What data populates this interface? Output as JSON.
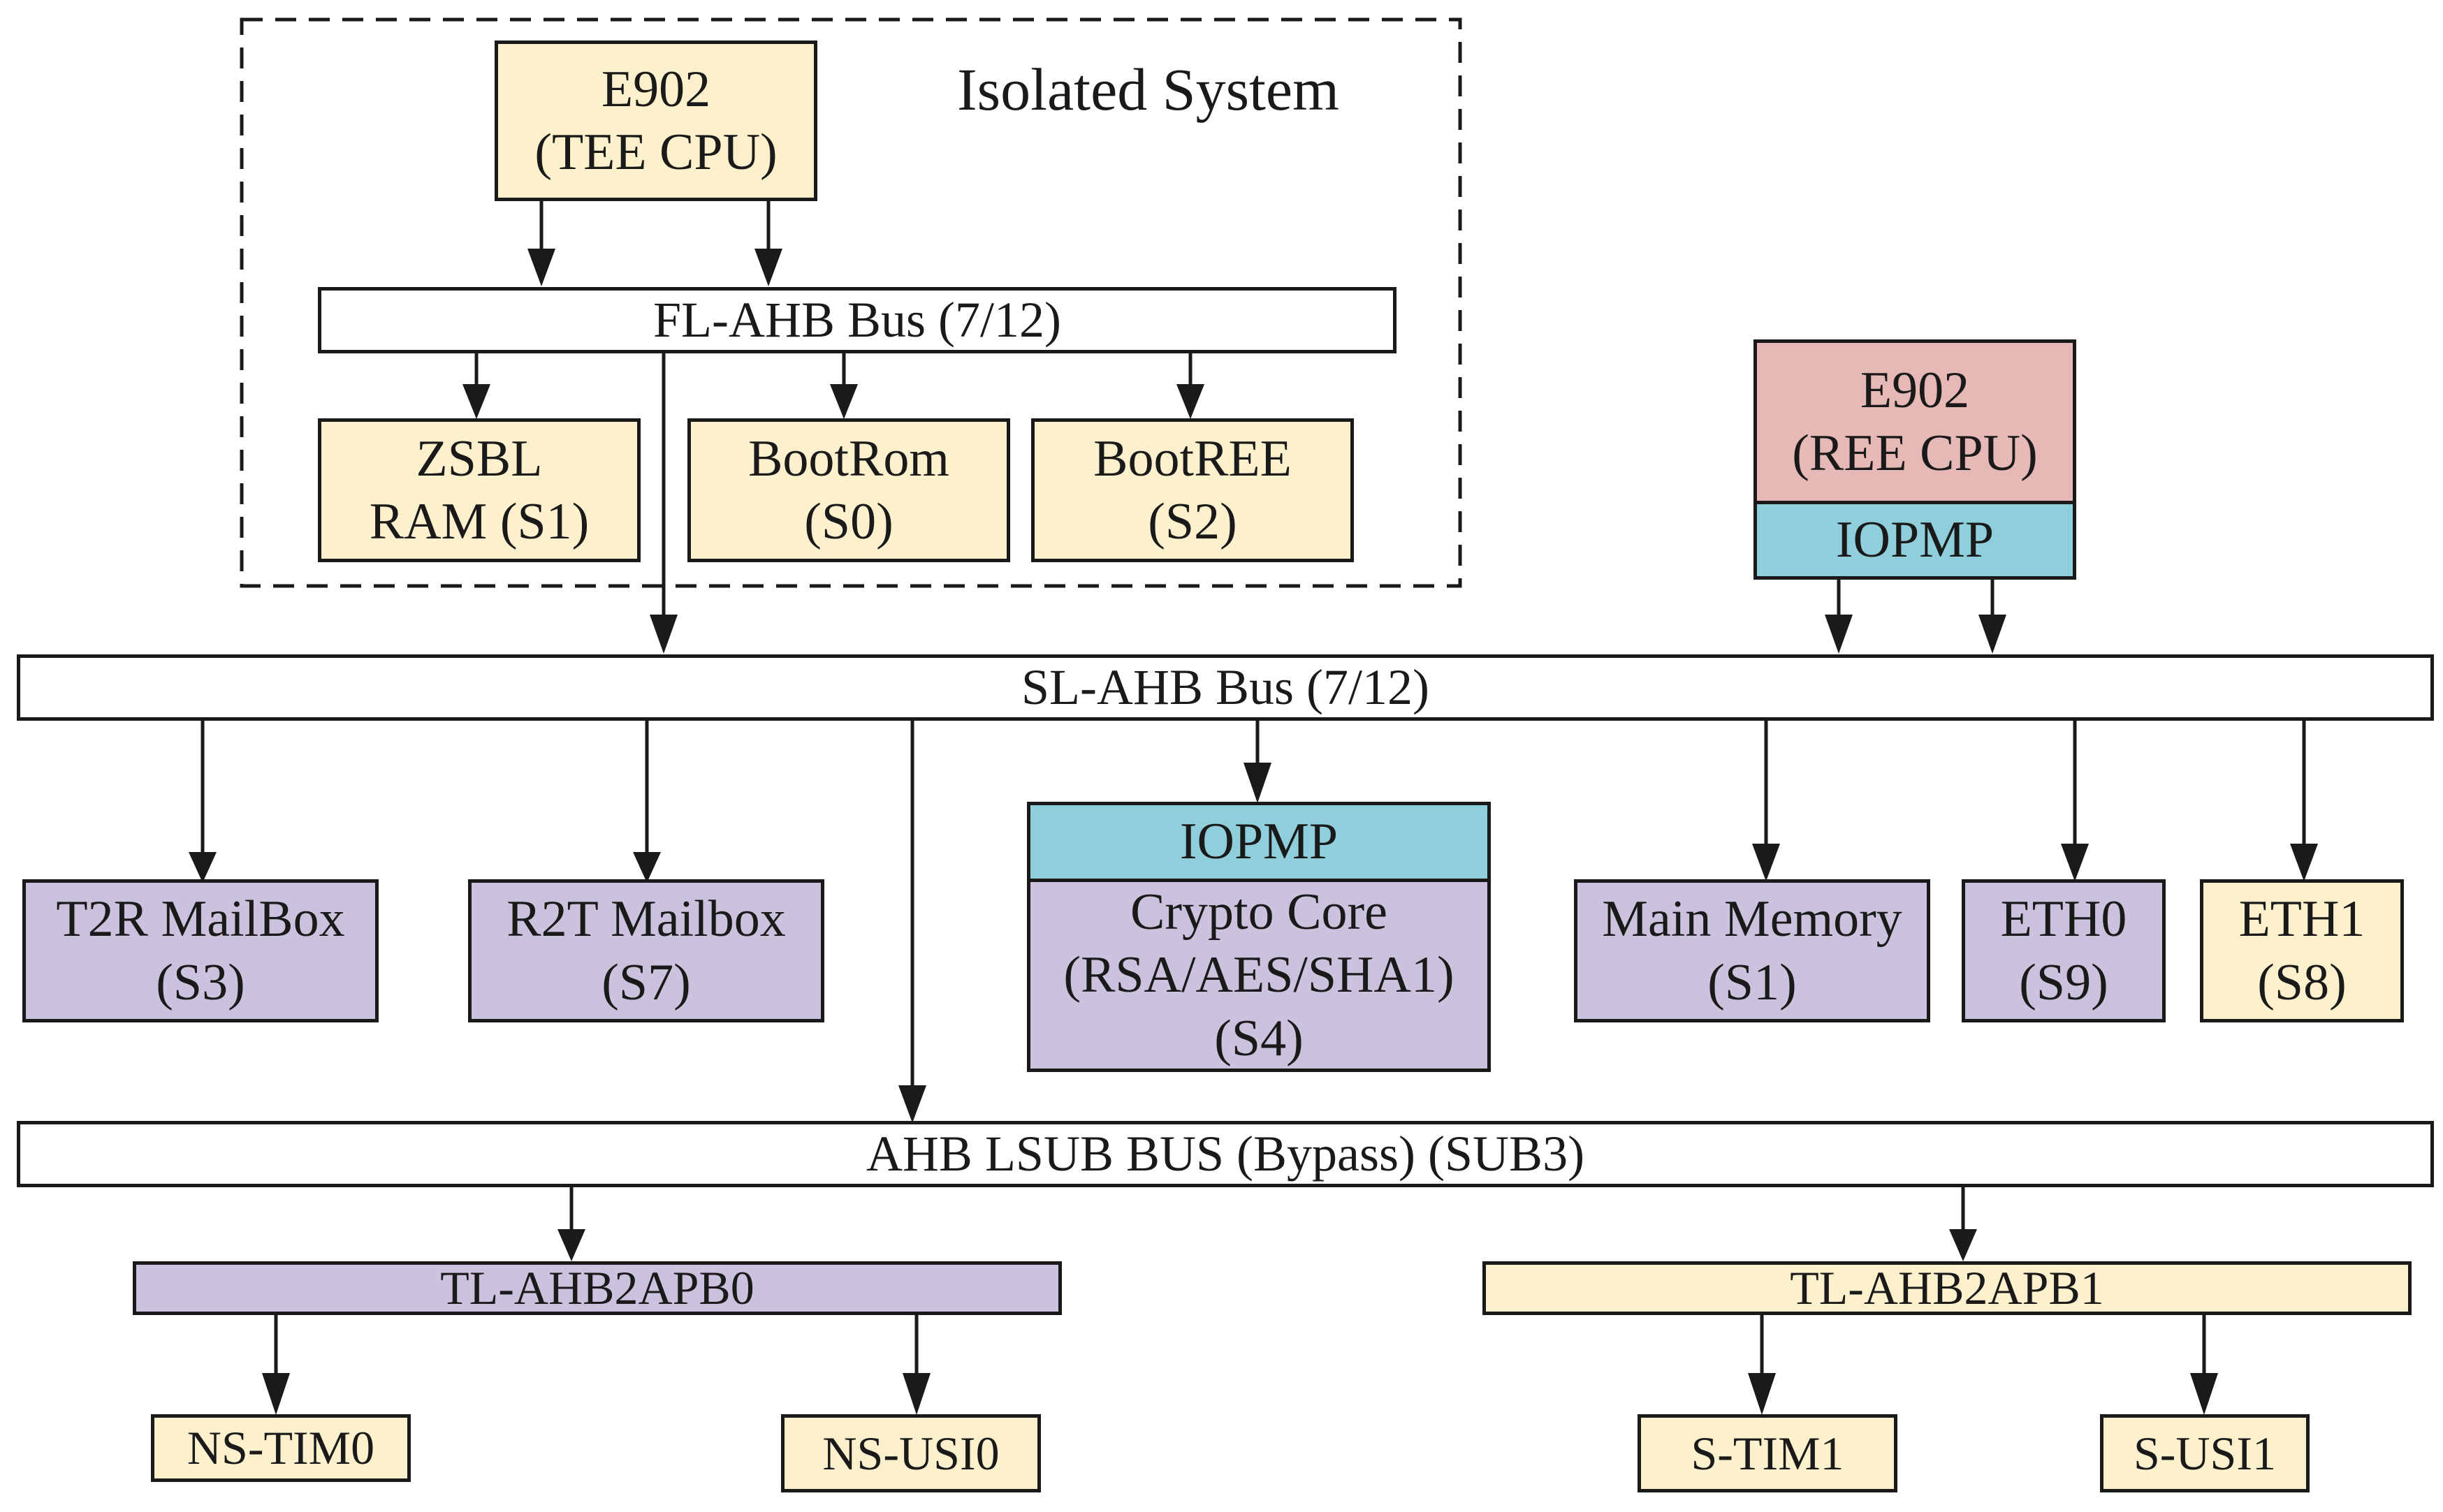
{
  "isolated_system": {
    "label": "Isolated System"
  },
  "tee_cpu": {
    "line1": "E902",
    "line2": "(TEE CPU)"
  },
  "fl_ahb_bus": {
    "label": "FL-AHB Bus (7/12)"
  },
  "zsbl_ram": {
    "line1": "ZSBL",
    "line2": "RAM (S1)"
  },
  "bootrom": {
    "line1": "BootRom",
    "line2": "(S0)"
  },
  "bootree": {
    "line1": "BootREE",
    "line2": "(S2)"
  },
  "ree_cpu": {
    "line1": "E902",
    "line2": "(REE CPU)",
    "iopmp": "IOPMP"
  },
  "sl_ahb_bus": {
    "label": "SL-AHB Bus (7/12)"
  },
  "t2r_mailbox": {
    "line1": "T2R MailBox",
    "line2": "(S3)"
  },
  "r2t_mailbox": {
    "line1": "R2T Mailbox",
    "line2": "(S7)"
  },
  "crypto_core": {
    "iopmp": "IOPMP",
    "line1": "Crypto Core",
    "line2": "(RSA/AES/SHA1)",
    "line3": "(S4)"
  },
  "main_memory": {
    "line1": "Main Memory",
    "line2": "(S1)"
  },
  "eth0": {
    "line1": "ETH0",
    "line2": "(S9)"
  },
  "eth1": {
    "line1": "ETH1",
    "line2": "(S8)"
  },
  "ahb_lsub_bus": {
    "label": "AHB LSUB BUS (Bypass) (SUB3)"
  },
  "tl_ahb2apb0": {
    "label": "TL-AHB2APB0"
  },
  "tl_ahb2apb1": {
    "label": "TL-AHB2APB1"
  },
  "ns_tim0": {
    "label": "NS-TIM0"
  },
  "ns_usi0": {
    "label": "NS-USI0"
  },
  "s_tim1": {
    "label": "S-TIM1"
  },
  "s_usi1": {
    "label": "S-USI1"
  },
  "colors": {
    "secure_yellow": "#fdf1cd",
    "nonsecure_purple": "#cbc3dd",
    "iopmp_teal": "#8fcfdc",
    "ree_pink": "#e6b8b6"
  }
}
